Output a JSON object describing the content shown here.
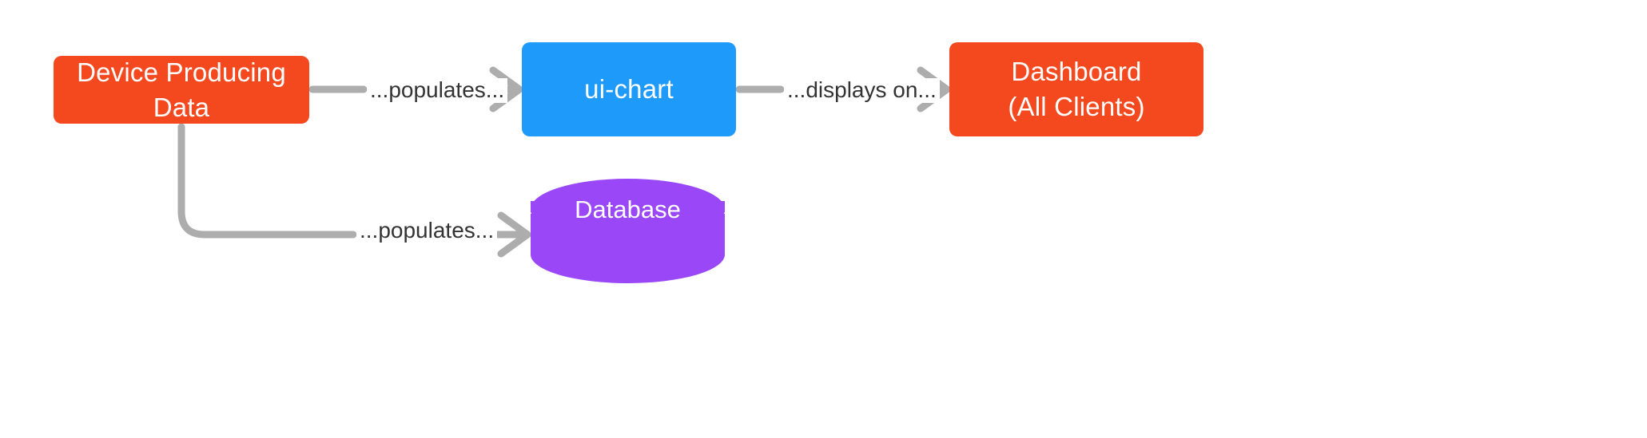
{
  "diagram": {
    "type": "flowchart",
    "direction": "left-to-right",
    "background_color": "#ffffff",
    "edge_color": "#adadad",
    "nodes": [
      {
        "id": "device",
        "label": "Device Producing Data",
        "shape": "rounded-rectangle",
        "color": "#f4491f",
        "text_color": "#ffffff"
      },
      {
        "id": "uichart",
        "label": "ui-chart",
        "shape": "rounded-rectangle",
        "color": "#1e9bfa",
        "text_color": "#ffffff"
      },
      {
        "id": "dashboard",
        "label_line1": "Dashboard",
        "label_line2": "(All Clients)",
        "shape": "rounded-rectangle",
        "color": "#f4491f",
        "text_color": "#ffffff"
      },
      {
        "id": "database",
        "label": "Database",
        "shape": "cylinder",
        "color": "#9947f7",
        "text_color": "#ffffff"
      }
    ],
    "edges": [
      {
        "id": "device-to-uichart",
        "from": "device",
        "to": "uichart",
        "label": "...populates...",
        "arrow": "open-chevron"
      },
      {
        "id": "uichart-to-dashboard",
        "from": "uichart",
        "to": "dashboard",
        "label": "...displays on...",
        "arrow": "open-chevron"
      },
      {
        "id": "device-to-database",
        "from": "device",
        "to": "database",
        "label": "...populates...",
        "arrow": "open-chevron"
      }
    ]
  }
}
